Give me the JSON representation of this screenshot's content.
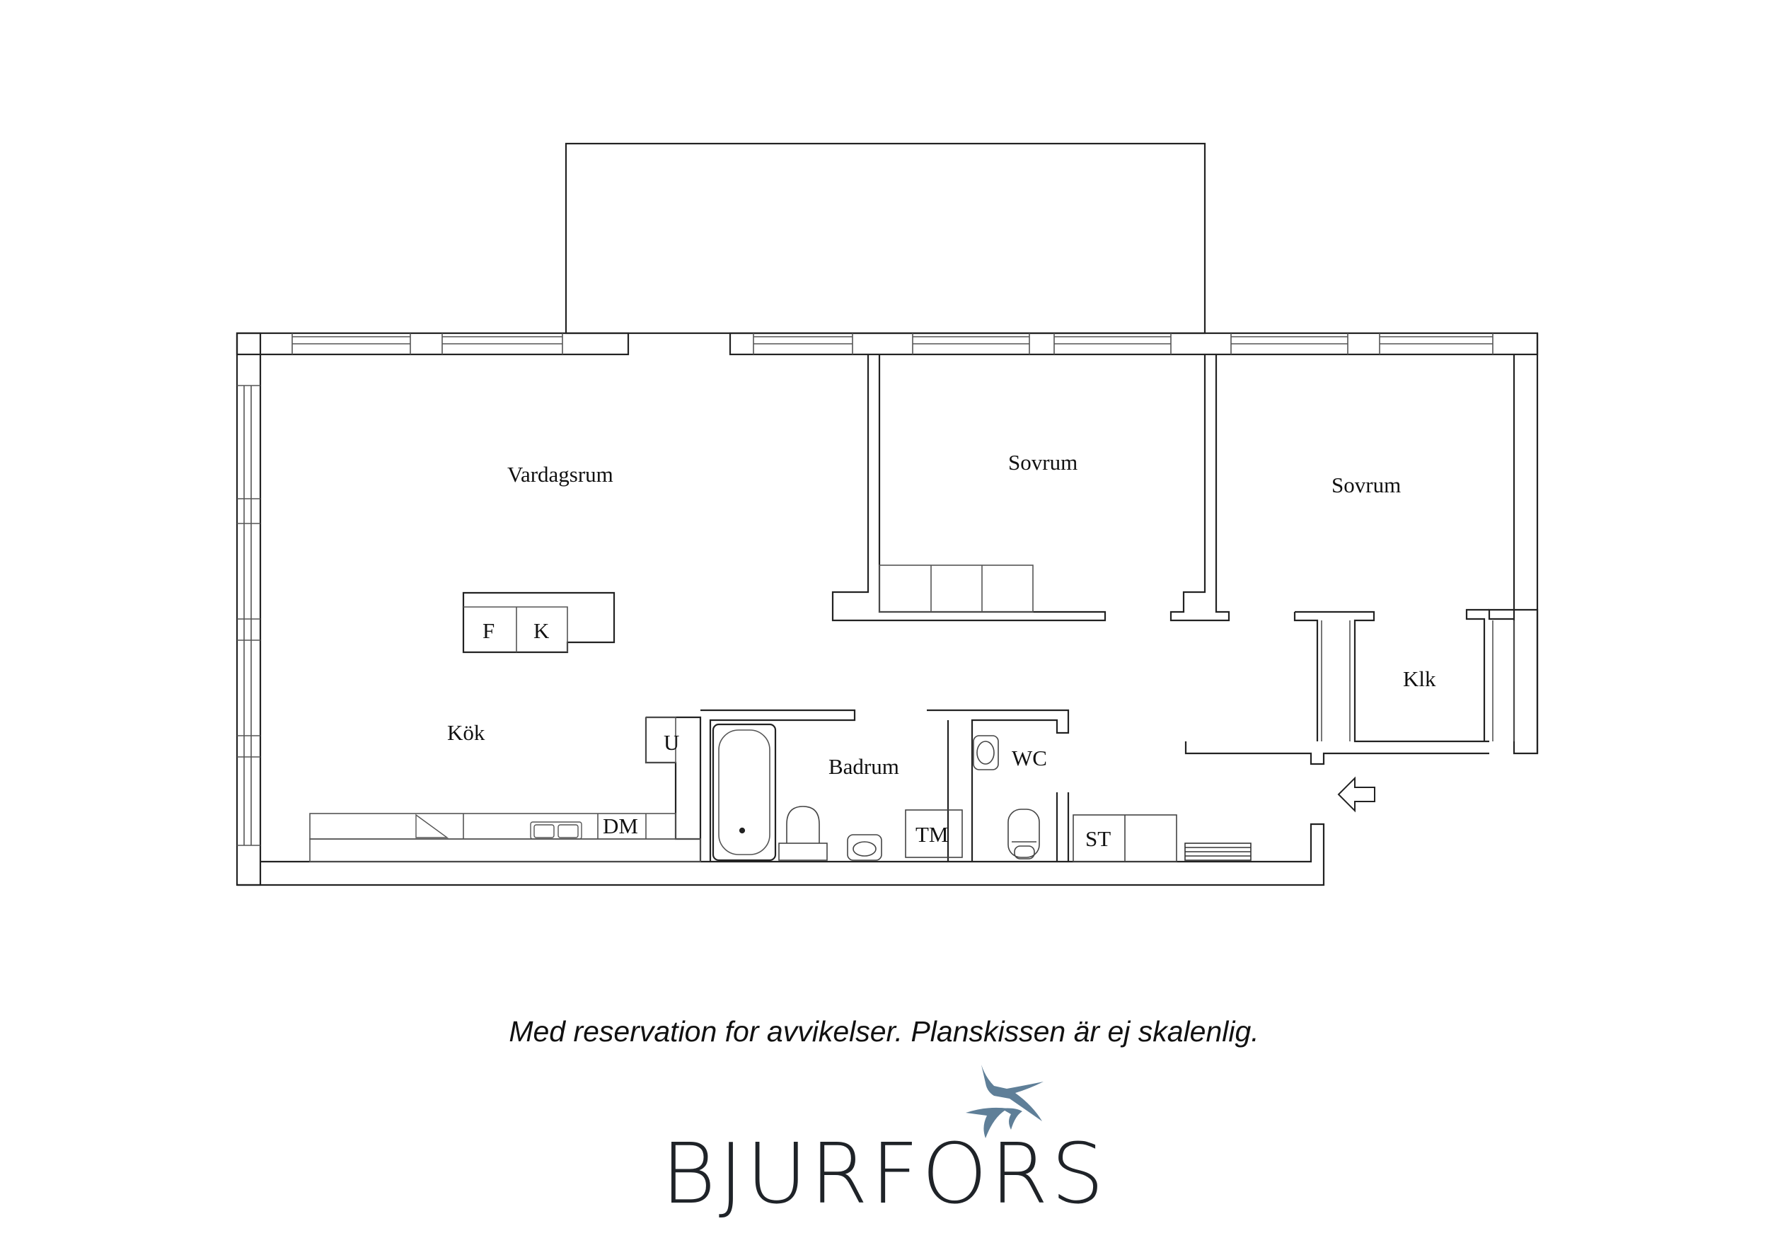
{
  "rooms": {
    "living": "Vardagsrum",
    "bedroom1": "Sovrum",
    "bedroom2": "Sovrum",
    "kitchen": "Kök",
    "bathroom": "Badrum",
    "wc": "WC",
    "closet": "Klk"
  },
  "fixtures": {
    "freezer": "F",
    "fridge": "K",
    "oven": "U",
    "dishwasher": "DM",
    "dryer": "TM",
    "storage": "ST"
  },
  "disclaimer": "Med reservation for avvikelser. Planskissen är ej skalenlig.",
  "brand": {
    "name": "BJURFORS",
    "logo_color": "#5f7f98"
  },
  "colors": {
    "line": "#222222",
    "thin_line": "#555555"
  }
}
